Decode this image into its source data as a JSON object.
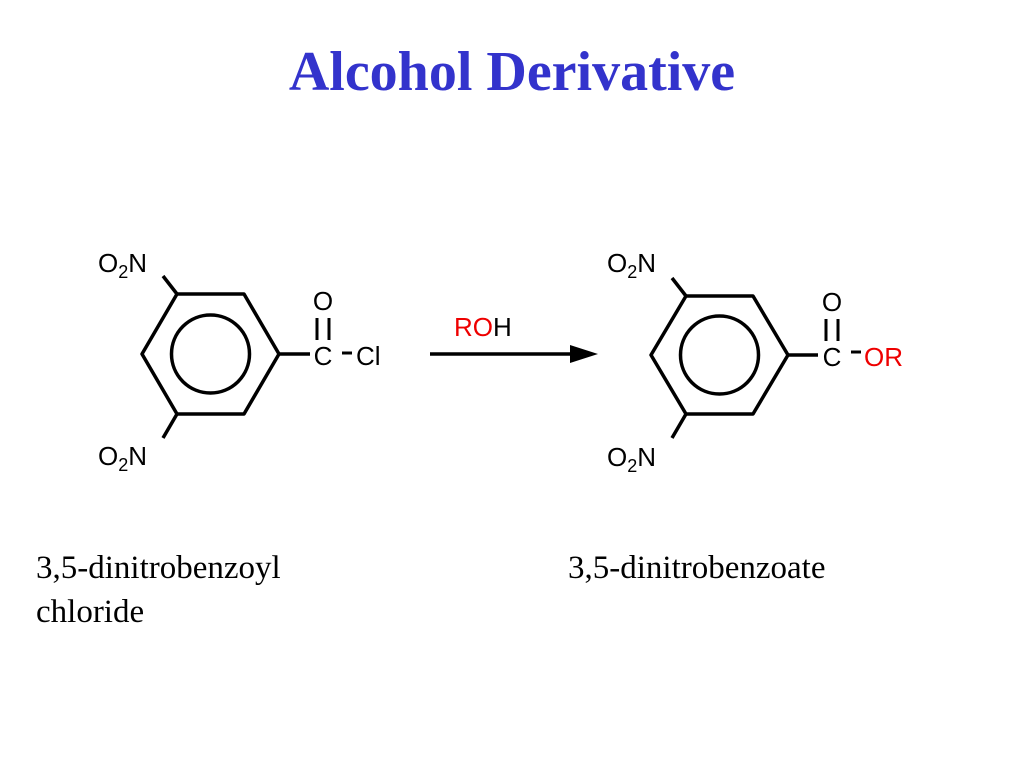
{
  "title": "Alcohol Derivative",
  "colors": {
    "title": "#3333cc",
    "text": "#000000",
    "highlight": "#ee0000"
  },
  "reactant": {
    "nitro_top": {
      "O": "O",
      "sub": "2",
      "N": "N"
    },
    "nitro_bottom": {
      "O": "O",
      "sub": "2",
      "N": "N"
    },
    "carbonyl_o": "O",
    "carbon": "C",
    "substituent": "Cl",
    "name_line1": "3,5-dinitrobenzoyl",
    "name_line2": "chloride"
  },
  "reagent": {
    "highlight": "RO",
    "rest": "H"
  },
  "product": {
    "nitro_top": {
      "O": "O",
      "sub": "2",
      "N": "N"
    },
    "nitro_bottom": {
      "O": "O",
      "sub": "2",
      "N": "N"
    },
    "carbonyl_o": "O",
    "carbon": "C",
    "substituent": "OR",
    "name": "3,5-dinitrobenzoate"
  }
}
